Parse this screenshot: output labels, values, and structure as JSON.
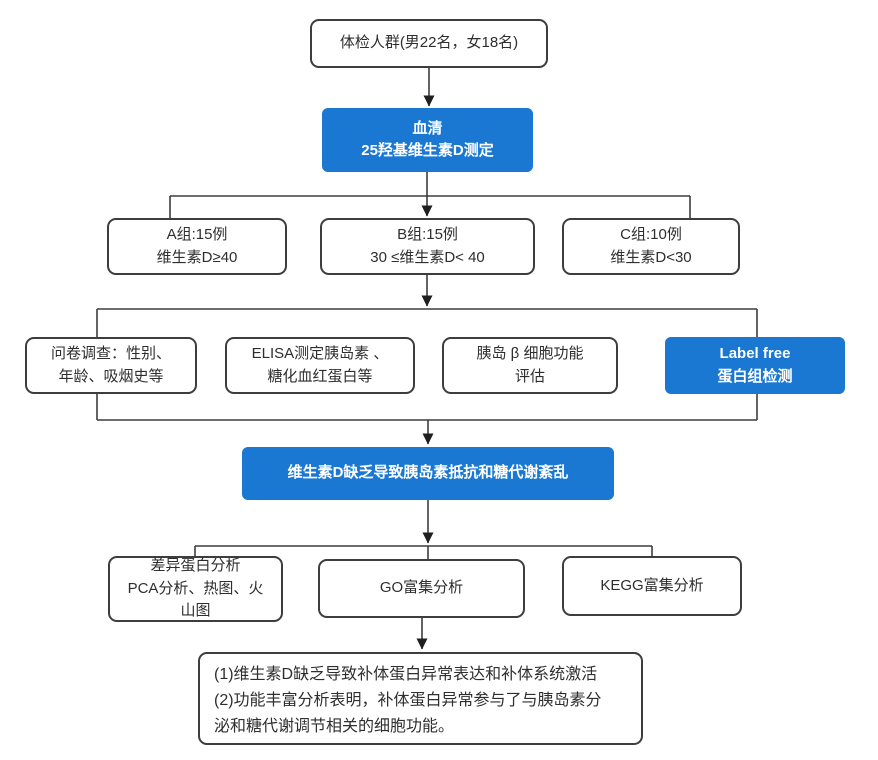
{
  "diagram": {
    "background_color": "#ffffff",
    "accent_blue": "#1a78d2",
    "box_border_color": "#3d3d3d",
    "box_text_color": "#2e2e2e",
    "blue_box_text_color": "#ffffff",
    "nodes": {
      "checkup_population": {
        "text": "体检人群(男22名，女18名)"
      },
      "serum_test": {
        "text": "血清\n25羟基维生素D测定"
      },
      "group_a": {
        "text": "A组:15例\n维生素D≥40"
      },
      "group_b": {
        "text": "B组:15例\n30 ≤维生素D< 40"
      },
      "group_c": {
        "text": "C组:10例\n维生素D<30"
      },
      "questionnaire": {
        "text": "问卷调查：性别、\n年龄、吸烟史等"
      },
      "elisa": {
        "text": "ELISA测定胰岛素 、\n糖化血红蛋白等"
      },
      "beta_cell_function": {
        "text": "胰岛 β 细胞功能\n评估"
      },
      "label_free": {
        "text": "Label free\n蛋白组检测"
      },
      "conclusion_banner": {
        "text": "维生素D缺乏导致胰岛素抵抗和糖代谢紊乱"
      },
      "diff_protein_analysis": {
        "text": "差异蛋白分析\nPCA分析、热图、火\n山图"
      },
      "go_enrichment": {
        "text": "GO富集分析"
      },
      "kegg_enrichment": {
        "text": "KEGG富集分析"
      },
      "findings": {
        "text": "(1)维生素D缺乏导致补体蛋白异常表达和补体系统激活\n(2)功能丰富分析表明，补体蛋白异常参与了与胰岛素分\n泌和糖代谢调节相关的细胞功能。"
      }
    }
  }
}
